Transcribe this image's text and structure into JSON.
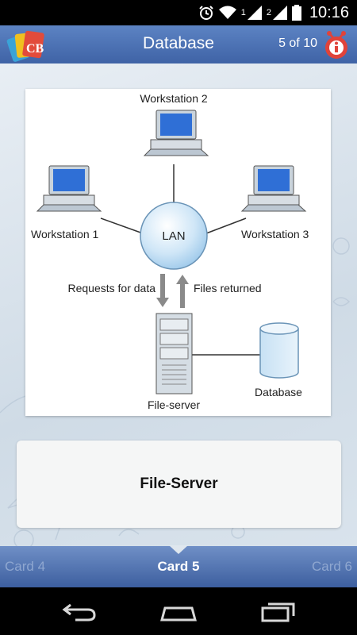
{
  "status_bar": {
    "time": "10:16",
    "sim1": "1",
    "sim2": "2",
    "icons": [
      "alarm-icon",
      "wifi-icon",
      "signal-icon",
      "battery-icon"
    ]
  },
  "header": {
    "title": "Database",
    "counter": "5 of 10",
    "logo_icon": "card-deck-logo",
    "info_icon": "info-icon",
    "accent": "#4a6fb2"
  },
  "diagram": {
    "workstation_2": "Workstation 2",
    "workstation_1": "Workstation 1",
    "workstation_3": "Workstation 3",
    "lan": "LAN",
    "requests": "Requests for data",
    "files_returned": "Files returned",
    "file_server": "File-server",
    "database": "Database"
  },
  "answer": {
    "text": "File-Server"
  },
  "card_nav": {
    "prev": "Card 4",
    "current": "Card 5",
    "next": "Card 6"
  },
  "android_nav": {
    "back_icon": "back-icon",
    "home_icon": "home-icon",
    "recent_icon": "recent-apps-icon"
  }
}
